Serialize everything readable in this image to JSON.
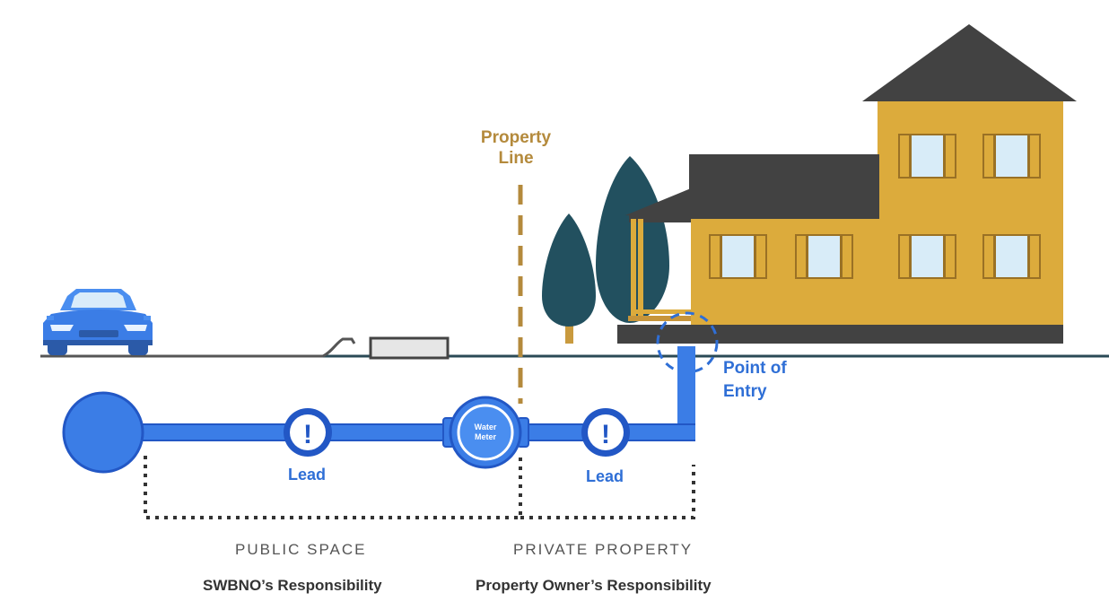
{
  "labels": {
    "property_line": [
      "Property",
      "Line"
    ],
    "point_of_entry": [
      "Point of",
      "Entry"
    ],
    "lead_left": "Lead",
    "lead_right": "Lead",
    "water_meter": [
      "Water",
      "Meter"
    ],
    "warning_symbol": "!"
  },
  "sections": {
    "public": {
      "title": "PUBLIC SPACE",
      "responsibility": "SWBNO’s Responsibility"
    },
    "private": {
      "title": "PRIVATE PROPERTY",
      "responsibility": "Property Owner’s Responsibility"
    }
  },
  "colors": {
    "pipe_blue": "#3b7de6",
    "pipe_dark_blue": "#2257c5",
    "house_yellow": "#dcab3c",
    "roof_gray": "#424242",
    "tree_teal": "#22505f",
    "property_line_gold": "#b48a3c",
    "ground_line": "#2a4a56"
  },
  "icons": [
    "car-icon",
    "house-icon",
    "tree-icon",
    "water-meter-icon",
    "lead-warning-icon",
    "water-main-icon"
  ]
}
